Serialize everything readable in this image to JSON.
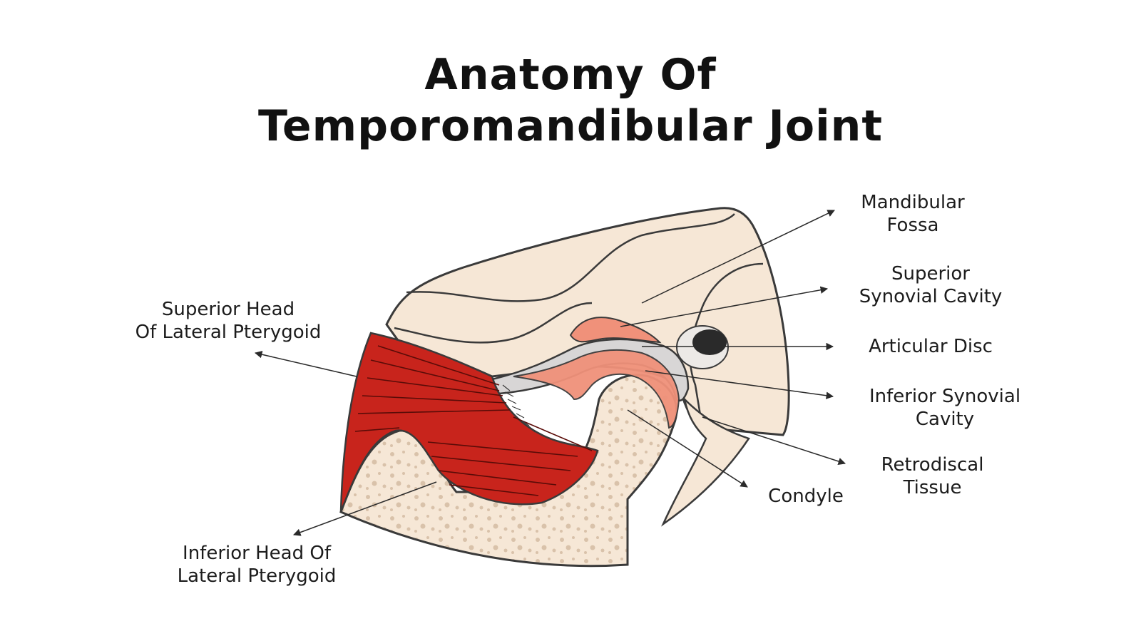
{
  "title": {
    "line1": "Anatomy Of",
    "line2": "Temporomandibular Joint"
  },
  "labels": {
    "mandibular_fossa": [
      "Mandibular",
      "Fossa"
    ],
    "superior_synovial_cavity": [
      "Superior",
      "Synovial Cavity"
    ],
    "articular_disc": [
      "Articular Disc"
    ],
    "inferior_synovial_cavity": [
      "Inferior Synovial",
      "Cavity"
    ],
    "retrodiscal_tissue": [
      "Retrodiscal",
      "Tissue"
    ],
    "condyle": [
      "Condyle"
    ],
    "superior_head": [
      "Superior Head",
      "Of Lateral Pterygoid"
    ],
    "inferior_head": [
      "Inferior Head Of",
      "Lateral Pterygoid"
    ]
  },
  "colors": {
    "bone": "#f6e7d6",
    "bone_dots": "#d9c2aa",
    "outline": "#3a3a3a",
    "muscle": "#c8241c",
    "muscle_lines": "#5a0c08",
    "synovial": "#f0917a",
    "disc": "#d8d6d6",
    "cavity_dark": "#2a2a2a"
  }
}
